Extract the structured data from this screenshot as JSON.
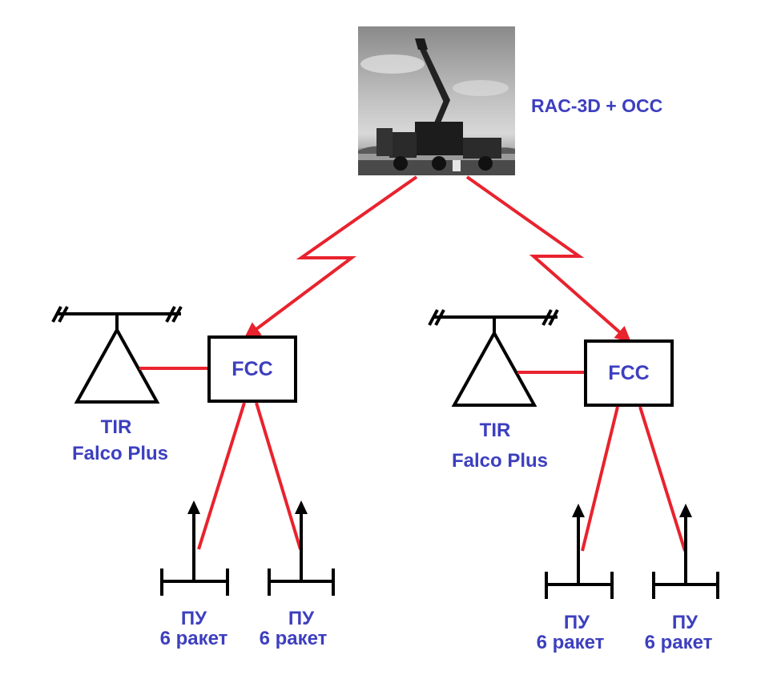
{
  "colors": {
    "label": "#3d3fbf",
    "link": "#e8232e",
    "structure": "#000000"
  },
  "headquarters": {
    "label": "RAC-3D + OCC",
    "photo": "radar-vehicle-photo"
  },
  "units": [
    {
      "fcc_label": "FCC",
      "radar_label_line1": "TIR",
      "radar_label_line2": "Falco Plus",
      "launchers": [
        {
          "label_line1": "ПУ",
          "label_line2": "6 ракет"
        },
        {
          "label_line1": "ПУ",
          "label_line2": "6 ракет"
        }
      ]
    },
    {
      "fcc_label": "FCC",
      "radar_label_line1": "TIR",
      "radar_label_line2": "Falco Plus",
      "launchers": [
        {
          "label_line1": "ПУ",
          "label_line2": "6 ракет"
        },
        {
          "label_line1": "ПУ",
          "label_line2": "6 ракет"
        }
      ]
    }
  ]
}
